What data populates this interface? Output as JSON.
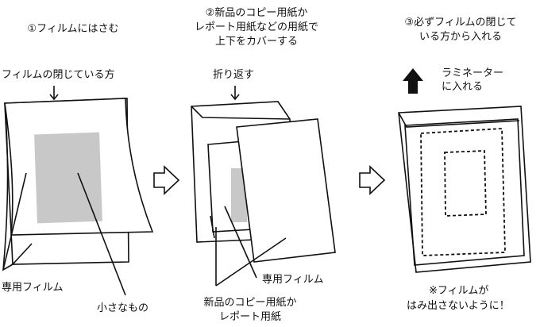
{
  "steps": [
    {
      "title_lines": [
        "①フィルムにはさむ"
      ],
      "labels": {
        "closed_side": "フィルムの閉じている方",
        "film": "専用フィルム",
        "small_item": "小さなもの"
      }
    },
    {
      "title_lines": [
        "②新品のコピー用紙か",
        "レポート用紙などの用紙で",
        "上下をカバーする"
      ],
      "labels": {
        "fold_back": "折り返す",
        "film": "専用フィルム",
        "paper_line1": "新品のコピー用紙か",
        "paper_line2": "レポート用紙"
      }
    },
    {
      "title_lines": [
        "③必ずフィルムの閉じて",
        "いる方から入れる"
      ],
      "labels": {
        "insert_line1": "ラミネーター",
        "insert_line2": "に入れる",
        "note_line1": "※フィルムが",
        "note_line2": "はみ出さないように！"
      }
    }
  ],
  "colors": {
    "item_gray": "#c8c8c8",
    "line": "#111111"
  }
}
